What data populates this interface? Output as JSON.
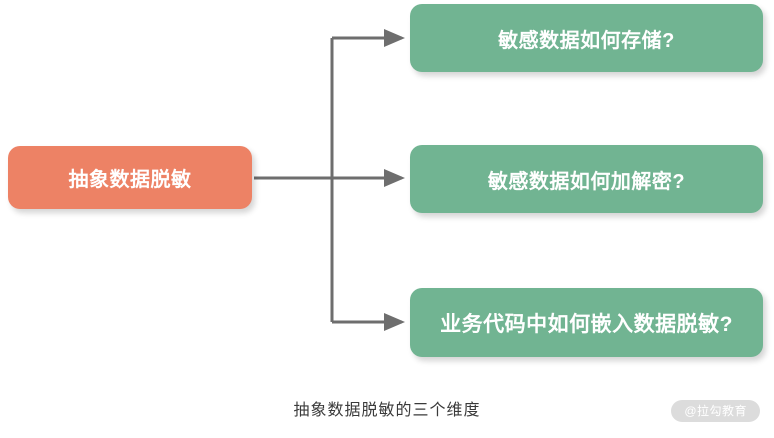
{
  "diagram": {
    "type": "mind-map",
    "root": {
      "label": "抽象数据脱敏",
      "color": "#ED8265"
    },
    "branches": [
      {
        "label": "敏感数据如何存储?",
        "color": "#71B492"
      },
      {
        "label": "敏感数据如何加解密?",
        "color": "#71B492"
      },
      {
        "label": "业务代码中如何嵌入数据脱敏?",
        "color": "#71B492"
      }
    ],
    "connector_color": "#6E6E6E"
  },
  "caption": {
    "text": "抽象数据脱敏的三个维度"
  },
  "watermark": {
    "text": "@拉勾教育"
  }
}
